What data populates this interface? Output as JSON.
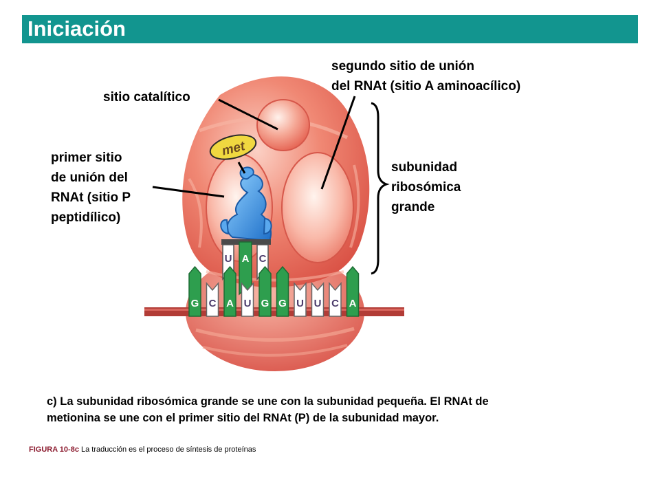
{
  "title": "Iniciación",
  "labels": {
    "catalytic_site": "sitio catalítico",
    "second_site": [
      "segundo sitio de unión",
      "del RNAt (sitio A aminoacílico)"
    ],
    "first_site": [
      "primer sitio",
      "de unión del",
      "RNAt (sitio P",
      "peptidílico)"
    ],
    "large_subunit": [
      "subunidad",
      "ribosómica",
      "grande"
    ]
  },
  "trna": {
    "amino_acid": "met",
    "anticodon": [
      "U",
      "A",
      "C"
    ]
  },
  "mrna": {
    "bases": [
      "G",
      "C",
      "A",
      "U",
      "G",
      "G",
      "U",
      "U",
      "C",
      "A"
    ]
  },
  "caption": [
    "c) La subunidad ribosómica grande se une con la subunidad pequeña. El RNAt de",
    "metionina se une con el primer sitio del RNAt (P) de la subunidad mayor."
  ],
  "figure": {
    "number": "FIGURA 10-8c",
    "text": "La traducción es el proceso de síntesis de proteínas"
  },
  "colors": {
    "title_bar": "#12958f",
    "ribosome": "#ec6e5c",
    "trna": "#3b8fe0",
    "purine": "#2e9e4e",
    "pyrimidine": "#ffffff",
    "met_badge": "#f0d840",
    "figure_number": "#8b1a2e"
  }
}
